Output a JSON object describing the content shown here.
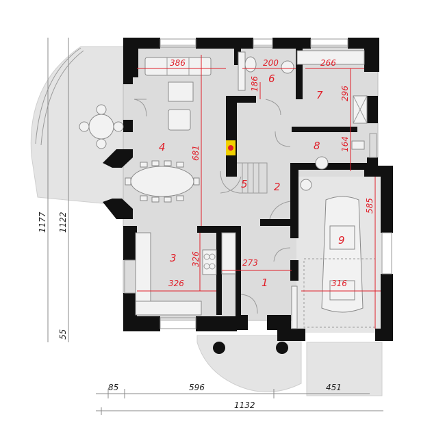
{
  "rooms": [
    {
      "num": "1"
    },
    {
      "num": "2"
    },
    {
      "num": "3"
    },
    {
      "num": "4"
    },
    {
      "num": "5"
    },
    {
      "num": "6"
    },
    {
      "num": "7"
    },
    {
      "num": "8"
    },
    {
      "num": "9"
    }
  ],
  "inner_dims": {
    "living_width": "386",
    "bath_width": "200",
    "room7_width": "266",
    "bath_depth": "186",
    "room7_depth": "296",
    "living_depth": "681",
    "room8_depth": "164",
    "garage_depth": "585",
    "kitchen_depth": "326",
    "hall_width": "273",
    "kitchen_width": "326",
    "garage_width": "316"
  },
  "outer_dims": {
    "left_total": "1177",
    "left_main": "1122",
    "left_small": "55",
    "bottom_a": "85",
    "bottom_b": "596",
    "bottom_c": "451",
    "bottom_total": "1132"
  },
  "colors": {
    "wall": "#111111",
    "floor": "#dcdcdc",
    "label_red": "#e0202a"
  }
}
